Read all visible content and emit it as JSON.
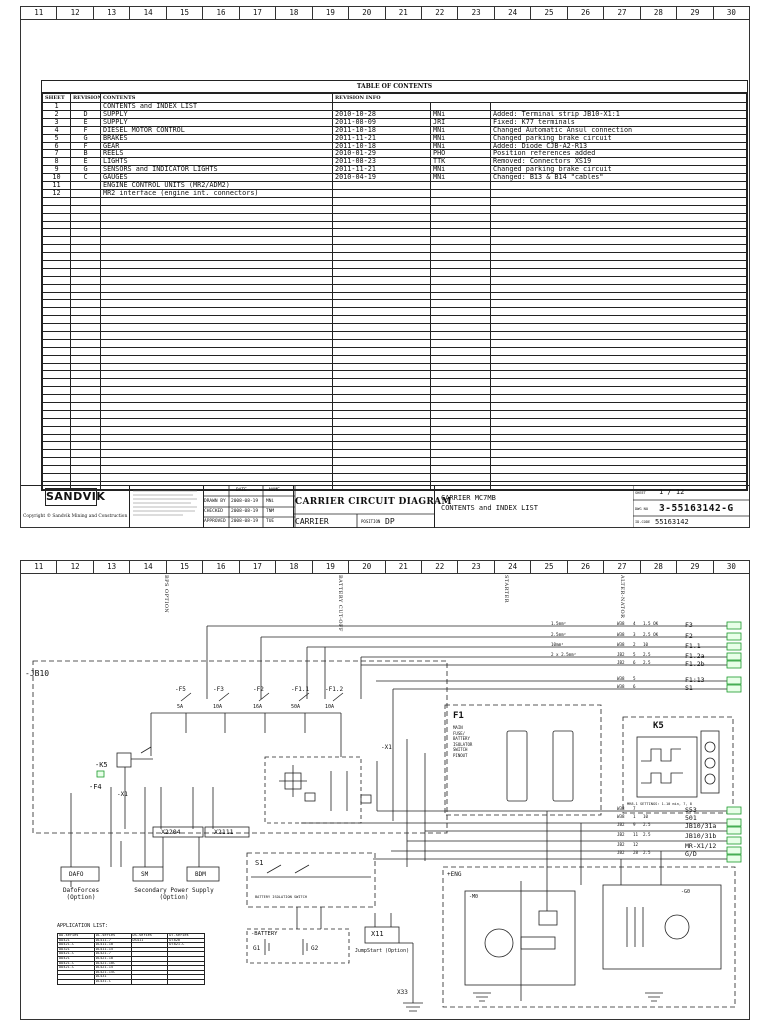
{
  "ruler": [
    "11",
    "12",
    "13",
    "14",
    "15",
    "16",
    "17",
    "18",
    "19",
    "20",
    "21",
    "22",
    "23",
    "24",
    "25",
    "26",
    "27",
    "28",
    "29",
    "30"
  ],
  "toc": {
    "title": "TABLE OF CONTENTS",
    "headers": {
      "sheet": "SHEET",
      "revision": "REVISION",
      "contents": "CONTENTS",
      "revinfo": "REVISION INFO"
    },
    "rows": [
      {
        "sheet": "1",
        "rev": "",
        "contents": "CONTENTS and INDEX LIST",
        "date": "",
        "by": "",
        "info": ""
      },
      {
        "sheet": "2",
        "rev": "D",
        "contents": "SUPPLY",
        "date": "2010-10-28",
        "by": "MNi",
        "info": "Added: Terminal strip JB10-X1:1"
      },
      {
        "sheet": "3",
        "rev": "E",
        "contents": "SUPPLY",
        "date": "2011-08-09",
        "by": "JRI",
        "info": "Fixed: K77 terminals"
      },
      {
        "sheet": "4",
        "rev": "F",
        "contents": "DIESEL MOTOR CONTROL",
        "date": "2011-10-18",
        "by": "MNi",
        "info": "Changed Automatic Ansul connection"
      },
      {
        "sheet": "5",
        "rev": "G",
        "contents": "BRAKES",
        "date": "2011-11-21",
        "by": "MNi",
        "info": "Changed parking brake circuit"
      },
      {
        "sheet": "6",
        "rev": "F",
        "contents": "GEAR",
        "date": "2011-10-18",
        "by": "MNi",
        "info": "Added: Diode CJB-A2-R13"
      },
      {
        "sheet": "7",
        "rev": "B",
        "contents": "REELS",
        "date": "2010-01-29",
        "by": "PHO",
        "info": "Position references added"
      },
      {
        "sheet": "8",
        "rev": "E",
        "contents": "LIGHTS",
        "date": "2011-08-23",
        "by": "TTK",
        "info": "Removed: Connectors XS19"
      },
      {
        "sheet": "9",
        "rev": "G",
        "contents": "SENSORS and INDICATOR LIGHTS",
        "date": "2011-11-21",
        "by": "MNi",
        "info": "Changed parking brake circuit"
      },
      {
        "sheet": "10",
        "rev": "C",
        "contents": "GAUGES",
        "date": "2010-04-19",
        "by": "MNi",
        "info": "Changed: B13 & B14 \"cables\""
      },
      {
        "sheet": "11",
        "rev": "",
        "contents": "ENGINE CONTROL UNITS (MR2/ADM2)",
        "date": "",
        "by": "",
        "info": ""
      },
      {
        "sheet": "12",
        "rev": "",
        "contents": "MR2 interface (engine int. connectors)",
        "date": "",
        "by": "",
        "info": ""
      }
    ],
    "empty_rows": 37
  },
  "titleblock": {
    "logo": "SANDVIK",
    "copyright": "Copyright © Sandvik Mining and Construction",
    "date_label": "DATE",
    "name_label": "NAME",
    "drawn_label": "DRAWN BY",
    "checked_label": "CHECKED",
    "approved_label": "APPROVED",
    "drawn_date": "2008-08-19",
    "checked_date": "2008-08-19",
    "approved_date": "2008-08-19",
    "drawn_name": "MNi",
    "checked_name": "TNM",
    "approved_name": "TUE",
    "title": "CARRIER CIRCUIT DIAGRAM",
    "subtitle": "CARRIER",
    "position_label": "POSITION",
    "position": "DP",
    "desc_line1": "CARRIER MC7MB",
    "desc_line2": "CONTENTS and INDEX LIST",
    "sheet_label": "SHEET",
    "sheet": "1 / 12",
    "dwg_label": "DWG NO",
    "dwg": "3-55163142-G",
    "idcode_label": "ID-CODE",
    "idcode": "55163142"
  },
  "diagram": {
    "top_labels": [
      "BPS OPTION",
      "BATTERY CUT-OFF",
      "STARTER",
      "ALTER-NATOR"
    ],
    "jb10": "-JB10",
    "fuses": [
      {
        "name": "-F5",
        "rating": "5A"
      },
      {
        "name": "-F3",
        "rating": "10A"
      },
      {
        "name": "-F2",
        "rating": "16A"
      },
      {
        "name": "-F1.1",
        "rating": "50A"
      },
      {
        "name": "-F1.2",
        "rating": "10A"
      }
    ],
    "relay": "-K5",
    "fuse_f4": "-F4",
    "terminal_x1": "-X1",
    "x2204": "X2204",
    "x2111": "X2111",
    "dafo": {
      "name": "DAFO",
      "caption": "DafoForces (Option)"
    },
    "sm": {
      "name": "SM",
      "caption": "Secondary Power Supply (Option)"
    },
    "bdm": {
      "name": "BDM"
    },
    "f1_box": {
      "title": "F1",
      "lines": [
        "MAIN",
        "FUSE/",
        "BATTERY",
        "ISOLATOR",
        "SWITCH",
        "PINOUT"
      ]
    },
    "k5_box": {
      "title": "K5",
      "note": "MR8-1 SETTINGS: 1-10 min, 7, 8"
    },
    "switch_s1": {
      "name": "S1",
      "caption": "BATTERY ISOLATION SWITCH"
    },
    "battery": {
      "name": "-BATTERY",
      "g1": "G1",
      "g2": "G2"
    },
    "x11": {
      "name": "X11",
      "caption": "JumpStart (Option)"
    },
    "x33": "X33",
    "eng": "+ENG",
    "m0": "-M0",
    "g0": "-G0",
    "right_wires": [
      {
        "cable": "W38",
        "n": "4",
        "size": "1.5 OK",
        "dest": "F3",
        "sec": "1.5mm²"
      },
      {
        "cable": "W38",
        "n": "3",
        "size": "2.5 OK",
        "dest": "F2",
        "sec": "2.5mm²"
      },
      {
        "cable": "W38",
        "n": "2",
        "size": "10",
        "dest": "F1.1",
        "sec": "10mm²"
      },
      {
        "cable": "JB2",
        "n": "5",
        "size": "2.5",
        "dest": "F1.2a",
        "sec": "2 x 2.5mm²"
      },
      {
        "cable": "JB2",
        "n": "6",
        "size": "2.5",
        "dest": "F1.2b",
        "sec": ""
      },
      {
        "cable": "W38",
        "n": "5",
        "size": "",
        "dest": "F1:13",
        "sec": ""
      },
      {
        "cable": "W38",
        "n": "6",
        "size": "",
        "dest": "S1",
        "sec": ""
      },
      {
        "cable": "W38",
        "n": "7",
        "size": "",
        "dest": "S53",
        "sec": ""
      },
      {
        "cable": "W38",
        "n": "1",
        "size": "10",
        "dest": "501",
        "sec": ""
      },
      {
        "cable": "JB2",
        "n": "9",
        "size": "2.5",
        "dest": "JB10/31a",
        "sec": ""
      },
      {
        "cable": "JB2",
        "n": "11",
        "size": "2.5",
        "dest": "JB10/31b",
        "sec": ""
      },
      {
        "cable": "JB2",
        "n": "12",
        "size": "",
        "dest": "MR-X1/12",
        "sec": ""
      },
      {
        "cable": "JB2",
        "n": "28",
        "size": "2.5",
        "dest": "G/D",
        "sec": ""
      }
    ],
    "app_list": {
      "title": "APPLICATION LIST:",
      "headers": [
        "DD-series",
        "DL-series",
        "DS-series",
        "DT-series"
      ],
      "rows": [
        [
          "DD421",
          "DL411-7",
          "DS411",
          "DT820"
        ],
        [
          "DD421-C",
          "DL411-10",
          "",
          "DT821-C"
        ],
        [
          "DD321",
          "DL411-15",
          "",
          ""
        ],
        [
          "DD421-C",
          "DL421-7",
          "",
          ""
        ],
        [
          "DD421",
          "DL421-10",
          "",
          ""
        ],
        [
          "DD421-C",
          "DL421-10C",
          "",
          ""
        ],
        [
          "DD421-C",
          "DL421-15",
          "",
          ""
        ],
        [
          "",
          "DL421-15C",
          "",
          ""
        ],
        [
          "",
          "DL431",
          "",
          ""
        ],
        [
          "",
          "DL431-C",
          "",
          ""
        ]
      ]
    }
  }
}
